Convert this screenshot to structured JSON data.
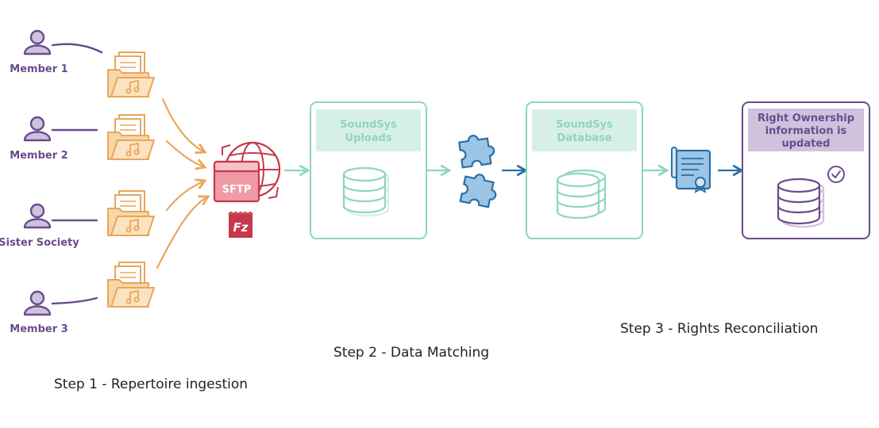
{
  "sources": [
    {
      "label": "Member 1"
    },
    {
      "label": "Member 2"
    },
    {
      "label": "Sister Society"
    },
    {
      "label": "Member 3"
    }
  ],
  "sftp": {
    "label": "SFTP",
    "client_logo_letter": "Fz"
  },
  "uploads_box": {
    "title_line1": "SoundSys",
    "title_line2": "Uploads"
  },
  "database_box": {
    "title_line1": "SoundSys",
    "title_line2": "Database"
  },
  "result_box": {
    "line1": "Right Ownership",
    "line2": "information is",
    "line3": "updated"
  },
  "steps": {
    "step1": "Step 1 - Repertoire ingestion",
    "step2": "Step 2 - Data Matching",
    "step3": "Step 3 - Rights Reconciliation"
  },
  "colors": {
    "purple": "#6a4c8e",
    "purple_light": "#cfc2dd",
    "orange": "#e9a65a",
    "orange_light": "#f7d6a8",
    "red": "#c8374a",
    "red_light": "#ef9aa5",
    "green": "#8fd6bd",
    "green_light": "#d7f0e6",
    "blue": "#2a6fa6",
    "blue_light": "#9cc4e4"
  },
  "icons": [
    "person-icon",
    "music-folder-icon",
    "sftp-globe-icon",
    "filezilla-icon",
    "database-icon",
    "puzzle-icon",
    "certificate-icon",
    "check-circle-icon"
  ]
}
